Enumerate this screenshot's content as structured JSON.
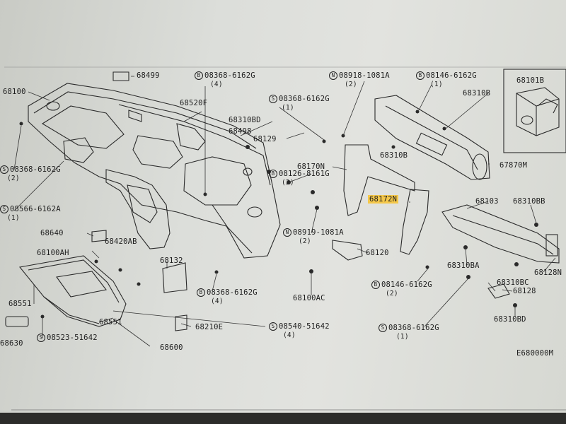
{
  "parts": {
    "p68499": "68499",
    "p68100": "68100",
    "p08368_a": "08368-6162G",
    "p08368_a_qty": "(4)",
    "p68520F": "68520F",
    "p08368_b": "08368-6162G",
    "p08368_b_qty": "(1)",
    "p68310BD": "68310BD",
    "p68498": "68498",
    "p68129": "68129",
    "p08918": "08918-1081A",
    "p08918_qty": "(2)",
    "p08146_a": "08146-6162G",
    "p08146_a_qty": "(1)",
    "p68310B": "68310B",
    "p68310B_2": "68310B",
    "p68101B": "68101B",
    "p67870M": "67870M",
    "p68170N": "68170N",
    "p08126": "08126-8161G",
    "p08126_qty": "(2)",
    "p68172N": "68172N",
    "p68103": "68103",
    "p68310BB": "68310BB",
    "p08368_c": "08368-6162G",
    "p08368_c_qty": "(2)",
    "p08566": "08566-6162A",
    "p08566_qty": "(1)",
    "p68640": "68640",
    "p68420AB": "68420AB",
    "p68100AH": "68100AH",
    "p08919": "08919-1081A",
    "p08919_qty": "(2)",
    "p68120": "68120",
    "p68132": "68132",
    "p68310BA": "68310BA",
    "p68128N": "68128N",
    "p08146_b": "08146-6162G",
    "p08146_b_qty": "(2)",
    "p68310BC": "68310BC",
    "p68128": "68128",
    "p68100AC": "68100AC",
    "p08368_d": "08368-6162G",
    "p08368_d_qty": "(4)",
    "p68551_a": "68551",
    "p68551_b": "68551",
    "p68210E": "68210E",
    "p08540": "08540-51642",
    "p08540_qty": "(4)",
    "p68310BD_2": "68310BD",
    "p08368_e": "08368-6162G",
    "p08368_e_qty": "(1)",
    "p08523": "08523-51642",
    "p68630": "68630",
    "p68600": "68600",
    "ref": "E680000M"
  },
  "markers": {
    "B": "B",
    "S": "S",
    "N": "N"
  },
  "colors": {
    "highlight": "#f5c84a",
    "ink": "#1e1e1e",
    "paper": "#dcdeda"
  }
}
